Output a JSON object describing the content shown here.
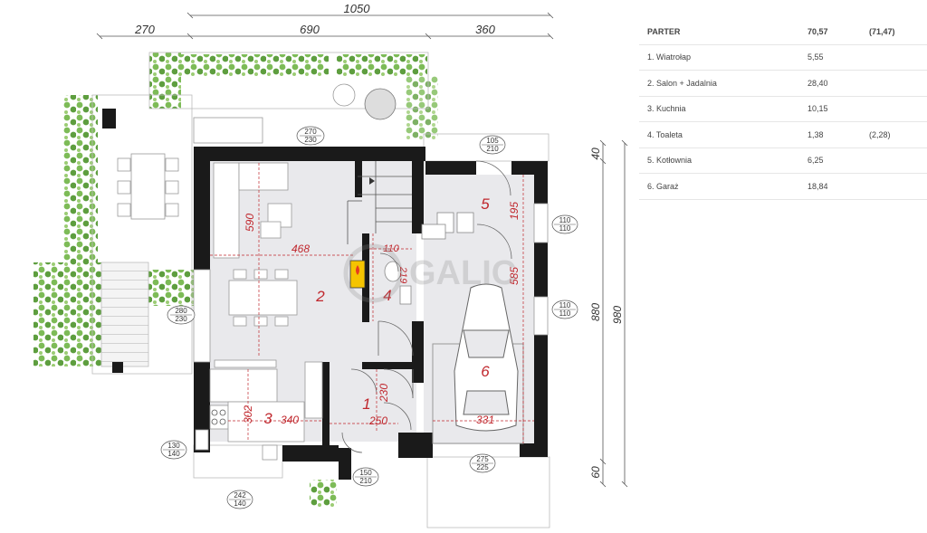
{
  "overall_dims": {
    "total_width": "1050",
    "segments": [
      "270",
      "690",
      "360"
    ],
    "right_segments": [
      "40",
      "880",
      "60"
    ],
    "total_height": "980"
  },
  "rooms": [
    {
      "id": "1",
      "name": "Wiatrołap",
      "area": "5,55"
    },
    {
      "id": "2",
      "name": "Salon + Jadalnia",
      "area": "28,40"
    },
    {
      "id": "3",
      "name": "Kuchnia",
      "area": "10,15"
    },
    {
      "id": "4",
      "name": "Toaleta",
      "area": "1,38",
      "area_alt": "(2,28)"
    },
    {
      "id": "5",
      "name": "Kotłownia",
      "area": "6,25"
    },
    {
      "id": "6",
      "name": "Garaż",
      "area": "18,84"
    }
  ],
  "table": {
    "title": "PARTER",
    "total": "70,57",
    "total_alt": "(71,47)"
  },
  "room_dims": {
    "d590": "590",
    "d468": "468",
    "d302": "302",
    "d340": "340",
    "d110": "110",
    "d219": "219",
    "d230": "230",
    "d250": "250",
    "d195": "195",
    "d585": "585",
    "d331": "331"
  },
  "openings": [
    {
      "top": "270",
      "bottom": "230"
    },
    {
      "top": "105",
      "bottom": "210"
    },
    {
      "top": "110",
      "bottom": "110"
    },
    {
      "top": "110",
      "bottom": "110"
    },
    {
      "top": "280",
      "bottom": "230"
    },
    {
      "top": "130",
      "bottom": "140"
    },
    {
      "top": "242",
      "bottom": "140"
    },
    {
      "top": "150",
      "bottom": "210"
    },
    {
      "top": "275",
      "bottom": "225"
    }
  ],
  "watermark": "GALIC",
  "colors": {
    "room_label": "#c0272d",
    "wall": "#1a1a1a",
    "floor": "#e9e9ec",
    "plant": "#7dbb57"
  }
}
